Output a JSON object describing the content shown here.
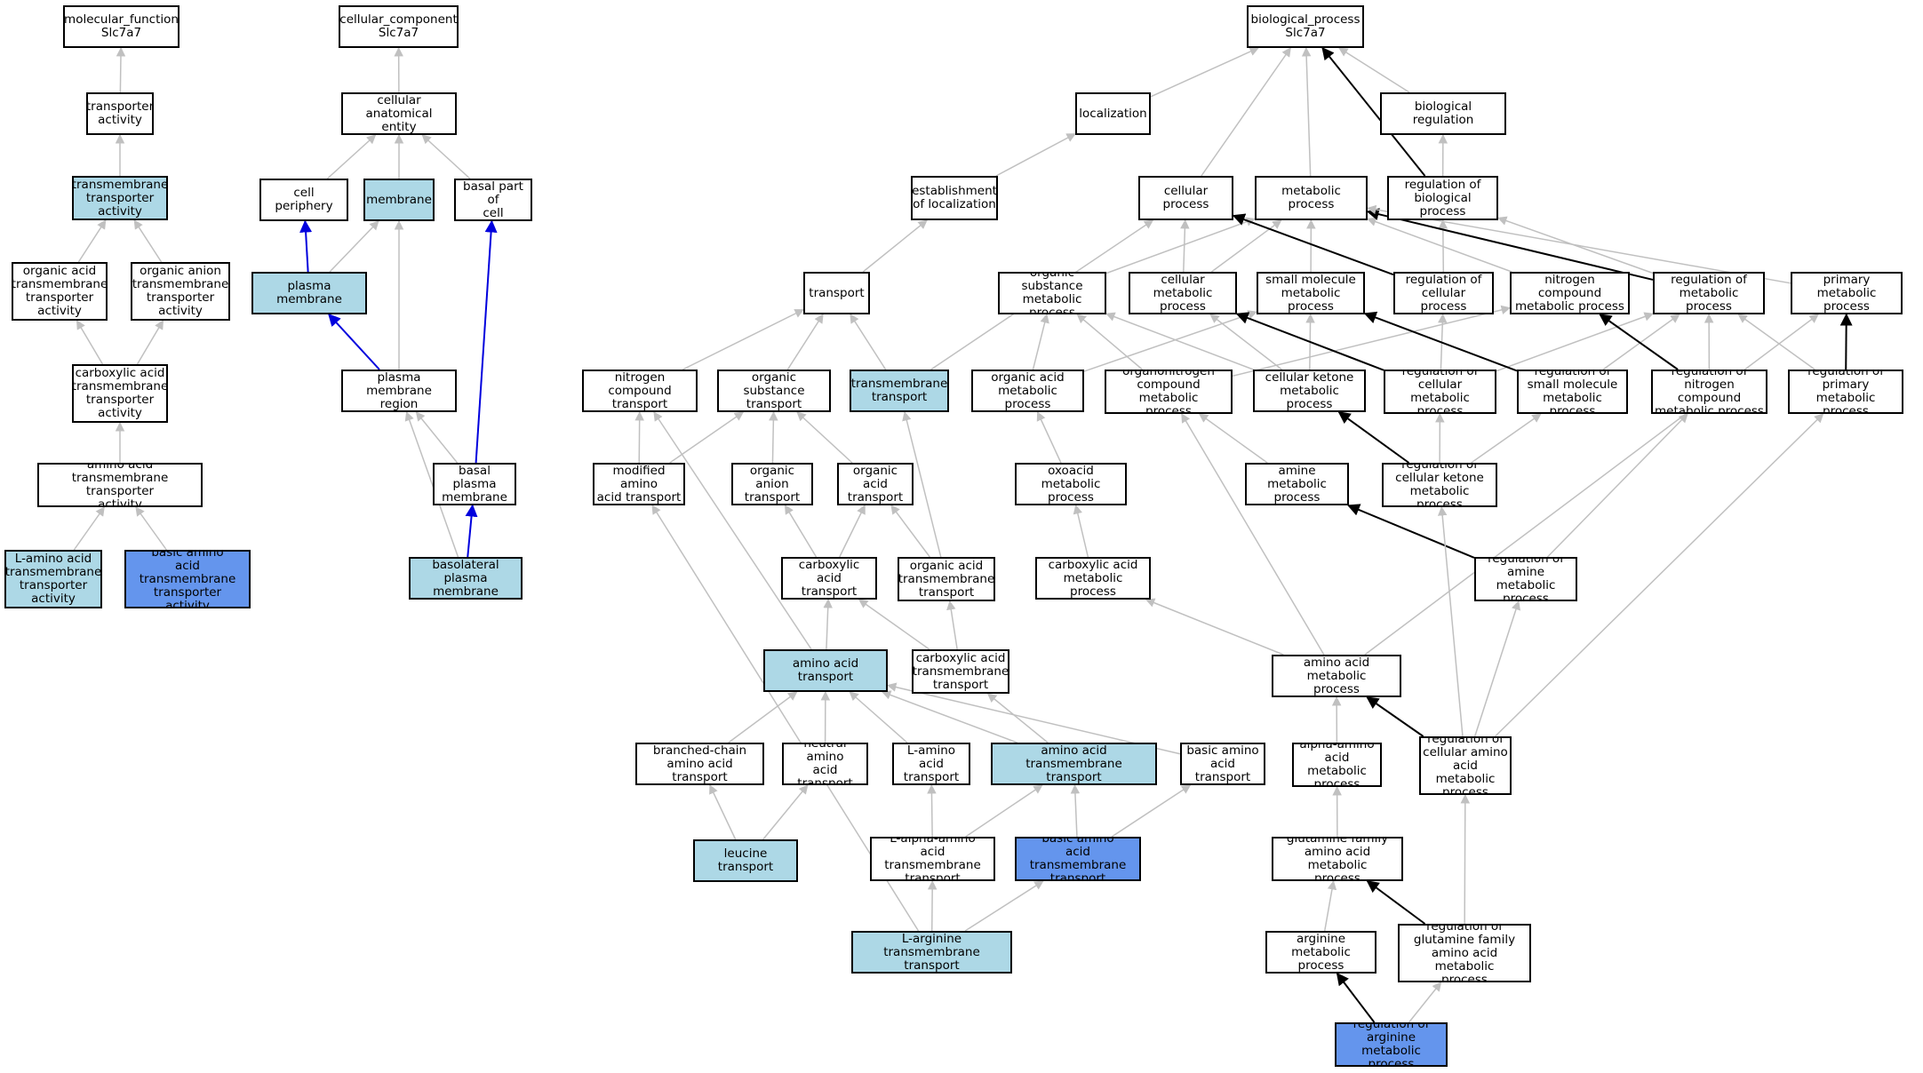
{
  "colors": {
    "edge_default": "#c0c0c0",
    "edge_regulates": "#000000",
    "edge_part_of": "#0000dd",
    "node_light": "#add8e6",
    "node_dark": "#6495ed",
    "node_default": "#ffffff"
  },
  "nodes": [
    {
      "id": "mf",
      "label": "molecular_function\nSlc7a7",
      "fill": "default"
    },
    {
      "id": "ta",
      "label": "transporter\nactivity",
      "fill": "default"
    },
    {
      "id": "tmta",
      "label": "transmembrane\ntransporter\nactivity",
      "fill": "light"
    },
    {
      "id": "oatta",
      "label": "organic acid\ntransmembrane\ntransporter\nactivity",
      "fill": "default"
    },
    {
      "id": "oanta",
      "label": "organic anion\ntransmembrane\ntransporter\nactivity",
      "fill": "default"
    },
    {
      "id": "catta",
      "label": "carboxylic acid\ntransmembrane\ntransporter\nactivity",
      "fill": "default"
    },
    {
      "id": "aatta",
      "label": "amino acid transmembrane\ntransporter\nactivity",
      "fill": "default"
    },
    {
      "id": "laatta",
      "label": "L-amino acid\ntransmembrane\ntransporter\nactivity",
      "fill": "light"
    },
    {
      "id": "baatta",
      "label": "basic amino\nacid transmembrane\ntransporter\nactivity",
      "fill": "dark"
    },
    {
      "id": "cc",
      "label": "cellular_component\nSlc7a7",
      "fill": "default"
    },
    {
      "id": "cae",
      "label": "cellular anatomical\nentity",
      "fill": "default"
    },
    {
      "id": "cp",
      "label": "cell periphery",
      "fill": "default"
    },
    {
      "id": "mem",
      "label": "membrane",
      "fill": "light"
    },
    {
      "id": "bpc",
      "label": "basal part of\ncell",
      "fill": "default"
    },
    {
      "id": "pm",
      "label": "plasma membrane",
      "fill": "light"
    },
    {
      "id": "pmr",
      "label": "plasma membrane\nregion",
      "fill": "default"
    },
    {
      "id": "bpm",
      "label": "basal plasma\nmembrane",
      "fill": "default"
    },
    {
      "id": "blpm",
      "label": "basolateral\nplasma membrane",
      "fill": "light"
    },
    {
      "id": "bp",
      "label": "biological_process\nSlc7a7",
      "fill": "default"
    },
    {
      "id": "loc",
      "label": "localization",
      "fill": "default"
    },
    {
      "id": "breg",
      "label": "biological regulation",
      "fill": "default"
    },
    {
      "id": "eloc",
      "label": "establishment\nof localization",
      "fill": "default"
    },
    {
      "id": "cellp",
      "label": "cellular process",
      "fill": "default"
    },
    {
      "id": "metp",
      "label": "metabolic process",
      "fill": "default"
    },
    {
      "id": "rbp",
      "label": "regulation of\nbiological process",
      "fill": "default"
    },
    {
      "id": "trans",
      "label": "transport",
      "fill": "default"
    },
    {
      "id": "osmp",
      "label": "organic substance\nmetabolic process",
      "fill": "default"
    },
    {
      "id": "cmp",
      "label": "cellular metabolic\nprocess",
      "fill": "default"
    },
    {
      "id": "smmp",
      "label": "small molecule\nmetabolic process",
      "fill": "default"
    },
    {
      "id": "rcp",
      "label": "regulation of\ncellular process",
      "fill": "default"
    },
    {
      "id": "ncmp",
      "label": "nitrogen compound\nmetabolic process",
      "fill": "default"
    },
    {
      "id": "rmp",
      "label": "regulation of\nmetabolic process",
      "fill": "default"
    },
    {
      "id": "pmp",
      "label": "primary metabolic\nprocess",
      "fill": "default"
    },
    {
      "id": "nct",
      "label": "nitrogen compound\ntransport",
      "fill": "default"
    },
    {
      "id": "ost",
      "label": "organic substance\ntransport",
      "fill": "default"
    },
    {
      "id": "tmt",
      "label": "transmembrane\ntransport",
      "fill": "light"
    },
    {
      "id": "oamp",
      "label": "organic acid\nmetabolic process",
      "fill": "default"
    },
    {
      "id": "oncmp",
      "label": "organonitrogen\ncompound metabolic\nprocess",
      "fill": "default"
    },
    {
      "id": "ckmp",
      "label": "cellular ketone\nmetabolic process",
      "fill": "default"
    },
    {
      "id": "rcmp",
      "label": "regulation of\ncellular metabolic\nprocess",
      "fill": "default"
    },
    {
      "id": "rsmmp",
      "label": "regulation of\nsmall molecule\nmetabolic process",
      "fill": "default"
    },
    {
      "id": "rncmp",
      "label": "regulation of\nnitrogen compound\nmetabolic process",
      "fill": "default"
    },
    {
      "id": "rpmp",
      "label": "regulation of\nprimary metabolic\nprocess",
      "fill": "default"
    },
    {
      "id": "mat",
      "label": "modified amino\nacid transport",
      "fill": "default"
    },
    {
      "id": "oant",
      "label": "organic anion\ntransport",
      "fill": "default"
    },
    {
      "id": "oat",
      "label": "organic acid\ntransport",
      "fill": "default"
    },
    {
      "id": "oxmp",
      "label": "oxoacid metabolic\nprocess",
      "fill": "default"
    },
    {
      "id": "amp",
      "label": "amine metabolic\nprocess",
      "fill": "default"
    },
    {
      "id": "rckmp",
      "label": "regulation of\ncellular ketone\nmetabolic process",
      "fill": "default"
    },
    {
      "id": "cat",
      "label": "carboxylic acid\ntransport",
      "fill": "default"
    },
    {
      "id": "oatt",
      "label": "organic acid\ntransmembrane\ntransport",
      "fill": "default"
    },
    {
      "id": "camp",
      "label": "carboxylic acid\nmetabolic process",
      "fill": "default"
    },
    {
      "id": "ramp",
      "label": "regulation of\namine metabolic\nprocess",
      "fill": "default"
    },
    {
      "id": "aat",
      "label": "amino acid transport",
      "fill": "light"
    },
    {
      "id": "catt",
      "label": "carboxylic acid\ntransmembrane\ntransport",
      "fill": "default"
    },
    {
      "id": "aamp",
      "label": "amino acid metabolic\nprocess",
      "fill": "default"
    },
    {
      "id": "bcaat",
      "label": "branched-chain\namino acid transport",
      "fill": "default"
    },
    {
      "id": "naat",
      "label": "neutral amino\nacid transport",
      "fill": "default"
    },
    {
      "id": "laat",
      "label": "L-amino acid\ntransport",
      "fill": "default"
    },
    {
      "id": "aatt",
      "label": "amino acid transmembrane\ntransport",
      "fill": "light"
    },
    {
      "id": "baat",
      "label": "basic amino\nacid transport",
      "fill": "default"
    },
    {
      "id": "aaamp",
      "label": "alpha-amino\nacid metabolic\nprocess",
      "fill": "default"
    },
    {
      "id": "rcaamp",
      "label": "regulation of\ncellular amino\nacid metabolic\nprocess",
      "fill": "default"
    },
    {
      "id": "leut",
      "label": "leucine transport",
      "fill": "light"
    },
    {
      "id": "laaatt",
      "label": "L-alpha-amino\nacid transmembrane\ntransport",
      "fill": "default"
    },
    {
      "id": "baatt",
      "label": "basic amino\nacid transmembrane\ntransport",
      "fill": "dark"
    },
    {
      "id": "gfaamp",
      "label": "glutamine family\namino acid metabolic\nprocess",
      "fill": "default"
    },
    {
      "id": "latt",
      "label": "L-arginine transmembrane\ntransport",
      "fill": "light"
    },
    {
      "id": "argmp",
      "label": "arginine metabolic\nprocess",
      "fill": "default"
    },
    {
      "id": "rgfaamp",
      "label": "regulation of\nglutamine family\namino acid metabolic\nprocess",
      "fill": "default"
    },
    {
      "id": "rargmp",
      "label": "regulation of\narginine metabolic\nprocess",
      "fill": "dark"
    }
  ],
  "edges": [
    {
      "from": "ta",
      "to": "mf",
      "type": "is_a"
    },
    {
      "from": "tmta",
      "to": "ta",
      "type": "is_a"
    },
    {
      "from": "oatta",
      "to": "tmta",
      "type": "is_a"
    },
    {
      "from": "oanta",
      "to": "tmta",
      "type": "is_a"
    },
    {
      "from": "catta",
      "to": "oatta",
      "type": "is_a"
    },
    {
      "from": "catta",
      "to": "oanta",
      "type": "is_a"
    },
    {
      "from": "aatta",
      "to": "catta",
      "type": "is_a"
    },
    {
      "from": "laatta",
      "to": "aatta",
      "type": "is_a"
    },
    {
      "from": "baatta",
      "to": "aatta",
      "type": "is_a"
    },
    {
      "from": "cae",
      "to": "cc",
      "type": "is_a"
    },
    {
      "from": "cp",
      "to": "cae",
      "type": "is_a"
    },
    {
      "from": "mem",
      "to": "cae",
      "type": "is_a"
    },
    {
      "from": "bpc",
      "to": "cae",
      "type": "is_a"
    },
    {
      "from": "pm",
      "to": "cp",
      "type": "part_of"
    },
    {
      "from": "pm",
      "to": "mem",
      "type": "is_a"
    },
    {
      "from": "pmr",
      "to": "pm",
      "type": "part_of"
    },
    {
      "from": "pmr",
      "to": "mem",
      "type": "is_a"
    },
    {
      "from": "bpm",
      "to": "pmr",
      "type": "is_a"
    },
    {
      "from": "bpm",
      "to": "bpc",
      "type": "part_of"
    },
    {
      "from": "blpm",
      "to": "pmr",
      "type": "is_a"
    },
    {
      "from": "blpm",
      "to": "bpm",
      "type": "part_of"
    },
    {
      "from": "loc",
      "to": "bp",
      "type": "is_a"
    },
    {
      "from": "cellp",
      "to": "bp",
      "type": "is_a"
    },
    {
      "from": "metp",
      "to": "bp",
      "type": "is_a"
    },
    {
      "from": "breg",
      "to": "bp",
      "type": "is_a"
    },
    {
      "from": "rbp",
      "to": "bp",
      "type": "regulates"
    },
    {
      "from": "rbp",
      "to": "breg",
      "type": "is_a"
    },
    {
      "from": "eloc",
      "to": "loc",
      "type": "is_a"
    },
    {
      "from": "trans",
      "to": "eloc",
      "type": "is_a"
    },
    {
      "from": "osmp",
      "to": "metp",
      "type": "is_a"
    },
    {
      "from": "cmp",
      "to": "cellp",
      "type": "is_a"
    },
    {
      "from": "cmp",
      "to": "metp",
      "type": "is_a"
    },
    {
      "from": "smmp",
      "to": "metp",
      "type": "is_a"
    },
    {
      "from": "rcp",
      "to": "cellp",
      "type": "regulates"
    },
    {
      "from": "rcp",
      "to": "rbp",
      "type": "is_a"
    },
    {
      "from": "ncmp",
      "to": "metp",
      "type": "is_a"
    },
    {
      "from": "rmp",
      "to": "metp",
      "type": "regulates"
    },
    {
      "from": "rmp",
      "to": "rbp",
      "type": "is_a"
    },
    {
      "from": "pmp",
      "to": "metp",
      "type": "is_a"
    },
    {
      "from": "tmt",
      "to": "cellp",
      "type": "is_a"
    },
    {
      "from": "nct",
      "to": "trans",
      "type": "is_a"
    },
    {
      "from": "ost",
      "to": "trans",
      "type": "is_a"
    },
    {
      "from": "tmt",
      "to": "trans",
      "type": "is_a"
    },
    {
      "from": "oamp",
      "to": "osmp",
      "type": "is_a"
    },
    {
      "from": "oamp",
      "to": "smmp",
      "type": "is_a"
    },
    {
      "from": "oncmp",
      "to": "osmp",
      "type": "is_a"
    },
    {
      "from": "oncmp",
      "to": "ncmp",
      "type": "is_a"
    },
    {
      "from": "ckmp",
      "to": "osmp",
      "type": "is_a"
    },
    {
      "from": "ckmp",
      "to": "cmp",
      "type": "is_a"
    },
    {
      "from": "ckmp",
      "to": "smmp",
      "type": "is_a"
    },
    {
      "from": "rcmp",
      "to": "cmp",
      "type": "regulates"
    },
    {
      "from": "rcmp",
      "to": "rcp",
      "type": "is_a"
    },
    {
      "from": "rcmp",
      "to": "rmp",
      "type": "is_a"
    },
    {
      "from": "rsmmp",
      "to": "smmp",
      "type": "regulates"
    },
    {
      "from": "rsmmp",
      "to": "rmp",
      "type": "is_a"
    },
    {
      "from": "rncmp",
      "to": "ncmp",
      "type": "regulates"
    },
    {
      "from": "rncmp",
      "to": "rmp",
      "type": "is_a"
    },
    {
      "from": "rpmp",
      "to": "pmp",
      "type": "regulates"
    },
    {
      "from": "rpmp",
      "to": "rmp",
      "type": "is_a"
    },
    {
      "from": "mat",
      "to": "nct",
      "type": "is_a"
    },
    {
      "from": "mat",
      "to": "ost",
      "type": "is_a"
    },
    {
      "from": "oant",
      "to": "ost",
      "type": "is_a"
    },
    {
      "from": "oat",
      "to": "ost",
      "type": "is_a"
    },
    {
      "from": "oxmp",
      "to": "oamp",
      "type": "is_a"
    },
    {
      "from": "amp",
      "to": "oncmp",
      "type": "is_a"
    },
    {
      "from": "rckmp",
      "to": "ckmp",
      "type": "regulates"
    },
    {
      "from": "rckmp",
      "to": "rcmp",
      "type": "is_a"
    },
    {
      "from": "rckmp",
      "to": "rsmmp",
      "type": "is_a"
    },
    {
      "from": "cat",
      "to": "oant",
      "type": "is_a"
    },
    {
      "from": "cat",
      "to": "oat",
      "type": "is_a"
    },
    {
      "from": "oatt",
      "to": "oat",
      "type": "is_a"
    },
    {
      "from": "oatt",
      "to": "tmt",
      "type": "is_a"
    },
    {
      "from": "camp",
      "to": "oxmp",
      "type": "is_a"
    },
    {
      "from": "ramp",
      "to": "amp",
      "type": "regulates"
    },
    {
      "from": "ramp",
      "to": "rncmp",
      "type": "is_a"
    },
    {
      "from": "aat",
      "to": "cat",
      "type": "is_a"
    },
    {
      "from": "aat",
      "to": "nct",
      "type": "is_a"
    },
    {
      "from": "catt",
      "to": "cat",
      "type": "is_a"
    },
    {
      "from": "catt",
      "to": "oatt",
      "type": "is_a"
    },
    {
      "from": "aamp",
      "to": "camp",
      "type": "is_a"
    },
    {
      "from": "aamp",
      "to": "oncmp",
      "type": "is_a"
    },
    {
      "from": "aamp",
      "to": "pmp",
      "type": "is_a"
    },
    {
      "from": "bcaat",
      "to": "aat",
      "type": "is_a"
    },
    {
      "from": "naat",
      "to": "aat",
      "type": "is_a"
    },
    {
      "from": "laat",
      "to": "aat",
      "type": "is_a"
    },
    {
      "from": "aatt",
      "to": "aat",
      "type": "is_a"
    },
    {
      "from": "aatt",
      "to": "catt",
      "type": "is_a"
    },
    {
      "from": "baat",
      "to": "aat",
      "type": "is_a"
    },
    {
      "from": "aaamp",
      "to": "aamp",
      "type": "is_a"
    },
    {
      "from": "rcaamp",
      "to": "aamp",
      "type": "regulates"
    },
    {
      "from": "rcaamp",
      "to": "rckmp",
      "type": "is_a"
    },
    {
      "from": "rcaamp",
      "to": "ramp",
      "type": "is_a"
    },
    {
      "from": "rcaamp",
      "to": "rpmp",
      "type": "is_a"
    },
    {
      "from": "leut",
      "to": "bcaat",
      "type": "is_a"
    },
    {
      "from": "leut",
      "to": "naat",
      "type": "is_a"
    },
    {
      "from": "laaatt",
      "to": "laat",
      "type": "is_a"
    },
    {
      "from": "laaatt",
      "to": "aatt",
      "type": "is_a"
    },
    {
      "from": "baatt",
      "to": "aatt",
      "type": "is_a"
    },
    {
      "from": "baatt",
      "to": "baat",
      "type": "is_a"
    },
    {
      "from": "gfaamp",
      "to": "aaamp",
      "type": "is_a"
    },
    {
      "from": "latt",
      "to": "laaatt",
      "type": "is_a"
    },
    {
      "from": "latt",
      "to": "baatt",
      "type": "is_a"
    },
    {
      "from": "latt",
      "to": "mat",
      "type": "is_a"
    },
    {
      "from": "argmp",
      "to": "gfaamp",
      "type": "is_a"
    },
    {
      "from": "rgfaamp",
      "to": "gfaamp",
      "type": "regulates"
    },
    {
      "from": "rgfaamp",
      "to": "rcaamp",
      "type": "is_a"
    },
    {
      "from": "rargmp",
      "to": "argmp",
      "type": "regulates"
    },
    {
      "from": "rargmp",
      "to": "rgfaamp",
      "type": "is_a"
    }
  ]
}
